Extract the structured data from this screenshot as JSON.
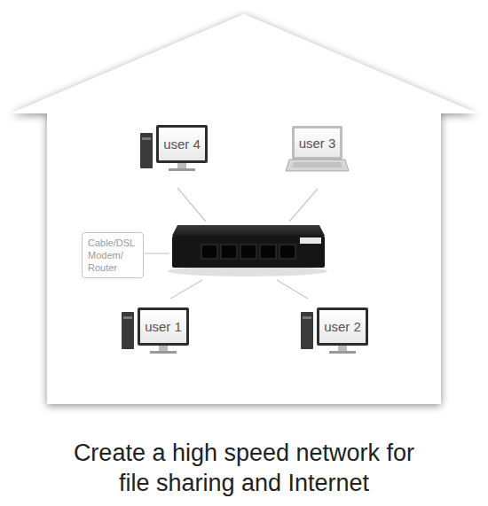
{
  "diagram": {
    "caption": "Create a high speed network for file sharing and Internet",
    "nodes": [
      {
        "text": [
          "user 4"
        ]
      },
      {
        "text": [
          "user 3"
        ]
      },
      {
        "text": [
          "Cable/DSL Modem/ Router"
        ]
      },
      {
        "text": [
          "user 1"
        ]
      },
      {
        "text": [
          "user 2"
        ]
      }
    ]
  }
}
